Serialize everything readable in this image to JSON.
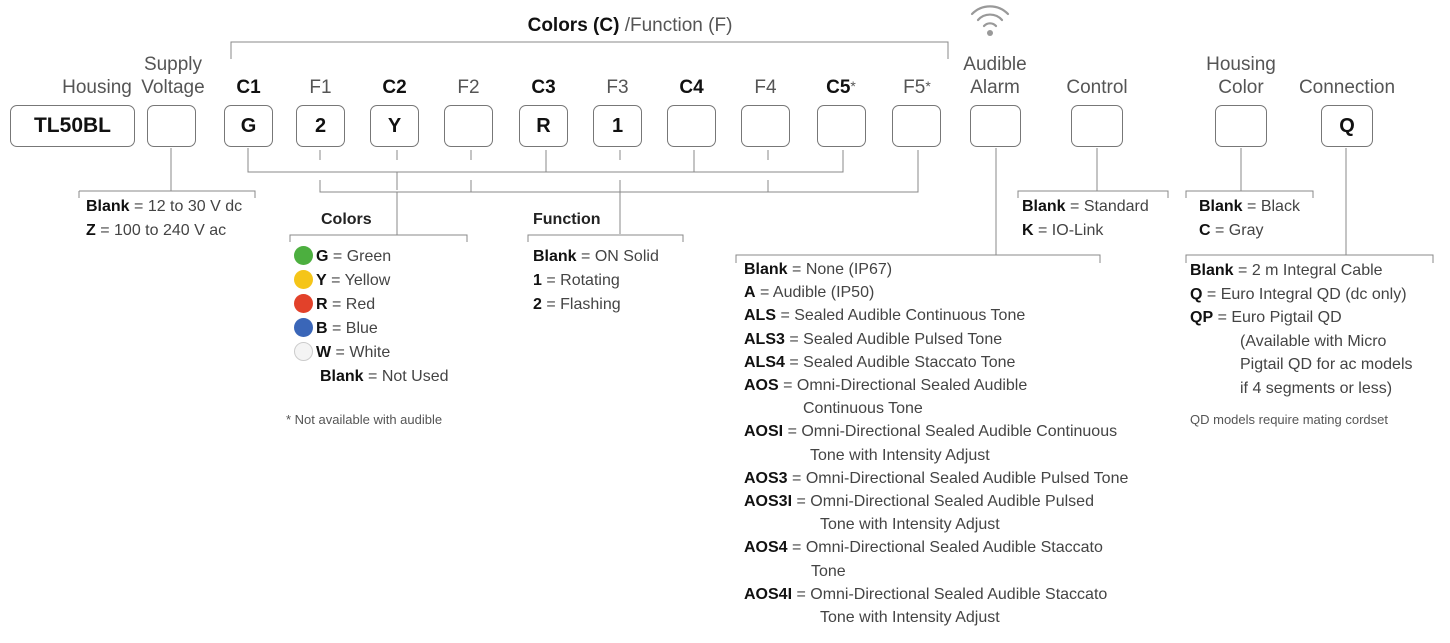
{
  "title": {
    "bold": "Colors (C)",
    "rest": " /Function (F)"
  },
  "headers": {
    "housing": "Housing",
    "supply_1": "Supply",
    "supply_2": "Voltage",
    "c1": "C1",
    "f1": "F1",
    "c2": "C2",
    "f2": "F2",
    "c3": "C3",
    "f3": "F3",
    "c4": "C4",
    "f4": "F4",
    "c5": "C5",
    "f5": "F5",
    "asterisk": "*",
    "alarm_1": "Audible",
    "alarm_2": "Alarm",
    "control": "Control",
    "hcolor_1": "Housing",
    "hcolor_2": "Color",
    "connection": "Connection"
  },
  "boxes": {
    "housing": "TL50BL",
    "supply": "",
    "c1": "G",
    "f1": "2",
    "c2": "Y",
    "f2": "",
    "c3": "R",
    "f3": "1",
    "c4": "",
    "f4": "",
    "c5": "",
    "f5": "",
    "alarm": "",
    "control": "",
    "hcolor": "",
    "connection": "Q"
  },
  "supply_notes": [
    {
      "code": "Blank",
      "text": " = 12 to 30 V dc"
    },
    {
      "code": "Z",
      "text": " = 100 to 240 V ac"
    }
  ],
  "colors": {
    "title": "Colors",
    "items": [
      {
        "code": "G",
        "text": " =  Green",
        "color": "#4caf3f"
      },
      {
        "code": "Y",
        "text": " =  Yellow",
        "color": "#f5c518"
      },
      {
        "code": "R",
        "text": " =  Red",
        "color": "#e2412a"
      },
      {
        "code": "B",
        "text": " =  Blue",
        "color": "#3a66b8"
      },
      {
        "code": "W",
        "text": " =  White",
        "color": "#f4f4f4"
      }
    ],
    "blank": {
      "code": "Blank",
      "text": " = Not Used"
    },
    "footnote": "* Not available with audible"
  },
  "function": {
    "title": "Function",
    "items": [
      {
        "code": "Blank",
        "text": " = ON Solid"
      },
      {
        "code": "1",
        "text": " = Rotating"
      },
      {
        "code": "2",
        "text": " = Flashing"
      }
    ]
  },
  "alarm": {
    "items": [
      {
        "code": "Blank",
        "lines": [
          " = None (IP67)"
        ]
      },
      {
        "code": "A",
        "lines": [
          " = Audible (IP50)"
        ]
      },
      {
        "code": "ALS",
        "lines": [
          " = Sealed Audible Continuous Tone"
        ]
      },
      {
        "code": "ALS3",
        "lines": [
          " = Sealed Audible Pulsed Tone"
        ]
      },
      {
        "code": "ALS4",
        "lines": [
          " = Sealed Audible Staccato Tone"
        ]
      },
      {
        "code": "AOS",
        "lines": [
          " = Omni-Directional Sealed Audible",
          "Continuous Tone"
        ]
      },
      {
        "code": "AOSI",
        "lines": [
          " = Omni-Directional Sealed Audible Continuous",
          "Tone with Intensity Adjust"
        ]
      },
      {
        "code": "AOS3",
        "lines": [
          " = Omni-Directional Sealed Audible Pulsed Tone"
        ]
      },
      {
        "code": "AOS3I",
        "lines": [
          " = Omni-Directional Sealed Audible Pulsed",
          "Tone with Intensity Adjust"
        ]
      },
      {
        "code": "AOS4",
        "lines": [
          " = Omni-Directional Sealed Audible Staccato",
          "Tone"
        ]
      },
      {
        "code": "AOS4I",
        "lines": [
          " = Omni-Directional Sealed Audible Staccato",
          "Tone with Intensity Adjust"
        ]
      }
    ]
  },
  "control": {
    "items": [
      {
        "code": "Blank",
        "text": " = Standard"
      },
      {
        "code": "K",
        "text": " = IO-Link"
      }
    ]
  },
  "hcolor": {
    "items": [
      {
        "code": "Blank",
        "text": " = Black"
      },
      {
        "code": "C",
        "text": " = Gray"
      }
    ]
  },
  "connection": {
    "items": [
      {
        "code": "Blank",
        "text": " = 2 m Integral Cable"
      },
      {
        "code": "Q",
        "text": " = Euro Integral QD (dc only)"
      },
      {
        "code": "QP",
        "text": " = Euro Pigtail QD"
      }
    ],
    "qp_extra": [
      "(Available with Micro",
      "Pigtail QD for ac models",
      "if 4 segments or less)"
    ],
    "footnote": "QD models require mating cordset"
  },
  "icons": {
    "wifi": "wifi-signal-icon"
  }
}
